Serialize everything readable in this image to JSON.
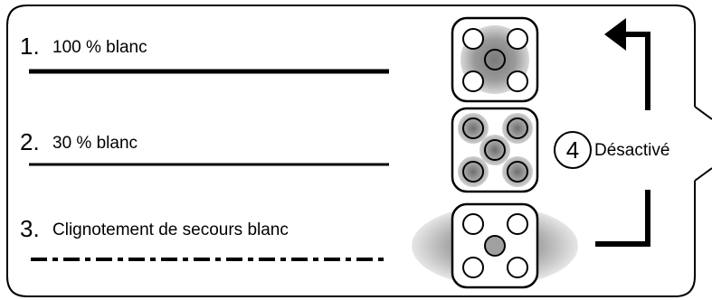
{
  "modes": [
    {
      "number": "1.",
      "label": "100 % blanc"
    },
    {
      "number": "2.",
      "label": "30 % blanc"
    },
    {
      "number": "3.",
      "label": "Clignotement de secours blanc"
    }
  ],
  "off_step": {
    "number": "4",
    "label": "Désactivé"
  }
}
